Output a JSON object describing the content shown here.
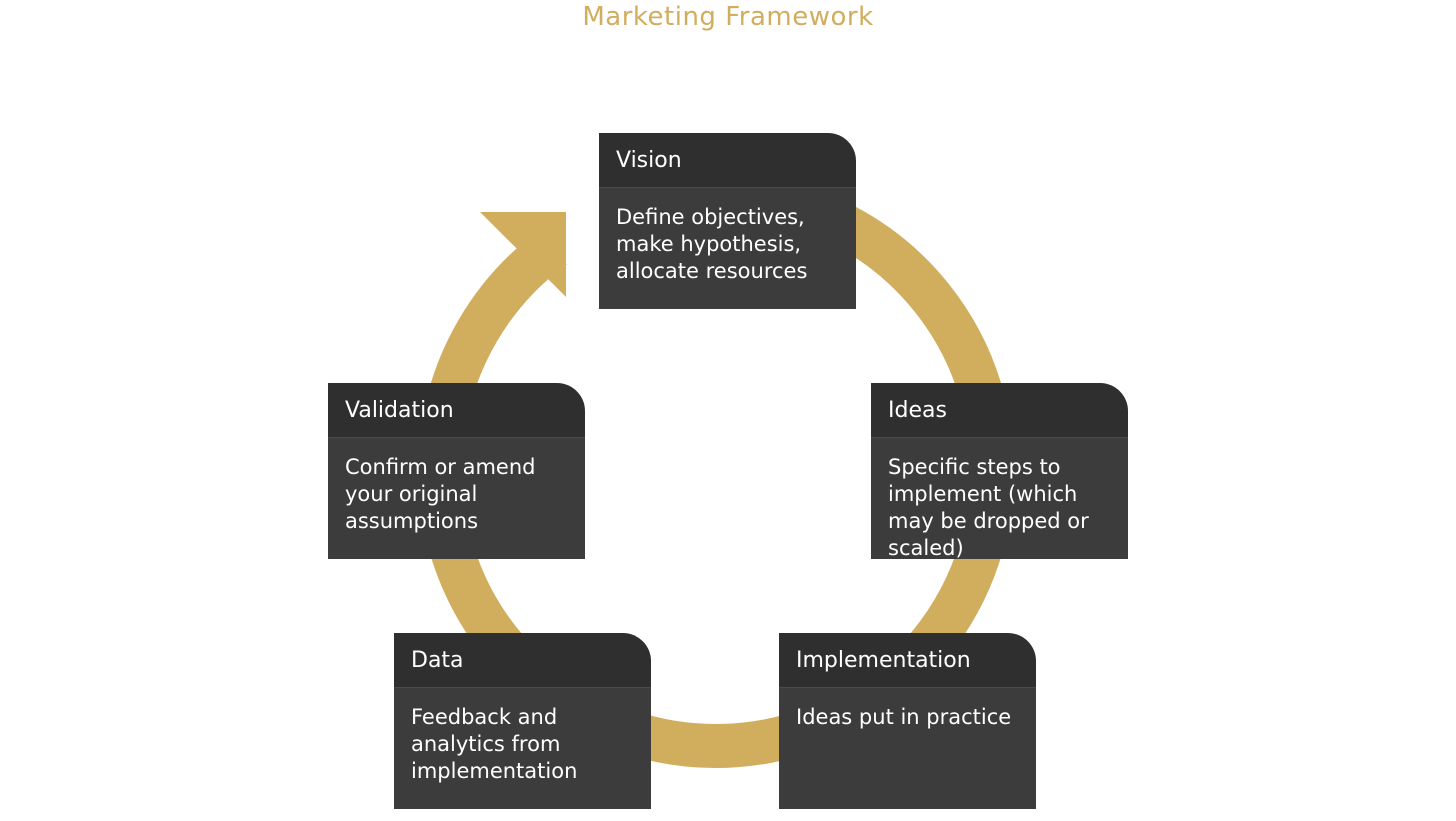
{
  "title": "Marketing Framework",
  "colors": {
    "accent": "#D1AE5E",
    "card_header": "#2F2F2F",
    "card_body": "#3C3C3C",
    "text": "#FFFFFF"
  },
  "cycle_direction": "clockwise",
  "steps": [
    {
      "id": "vision",
      "title": "Vision",
      "description": "Define objectives, make hypothesis, allocate resources"
    },
    {
      "id": "ideas",
      "title": "Ideas",
      "description": "Specific steps to implement (which may be dropped or scaled)"
    },
    {
      "id": "implementation",
      "title": "Implementation",
      "description": "Ideas put in practice"
    },
    {
      "id": "data",
      "title": "Data",
      "description": "Feedback and analytics from implementation"
    },
    {
      "id": "validation",
      "title": "Validation",
      "description": "Confirm or amend your original assumptions"
    }
  ]
}
